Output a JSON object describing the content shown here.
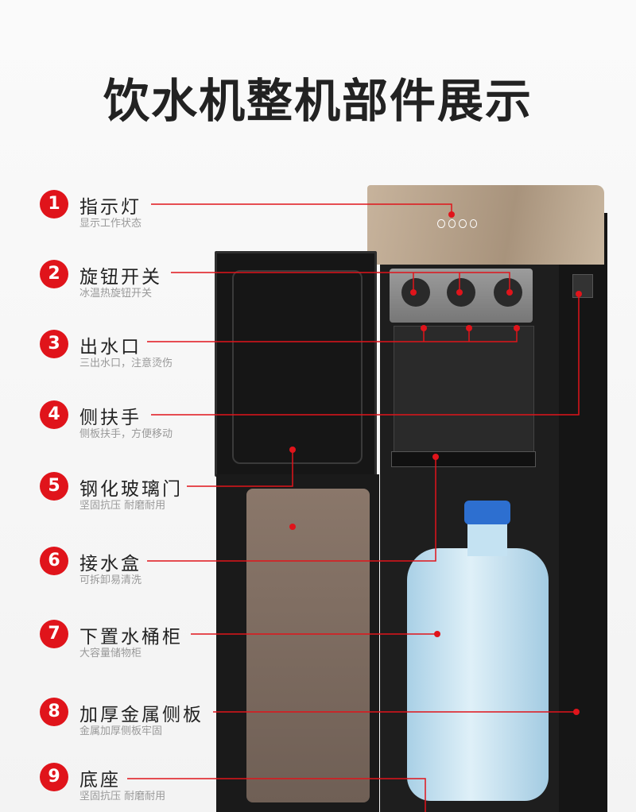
{
  "title": "饮水机整机部件展示",
  "parts": [
    {
      "num": "1",
      "label": "指示灯",
      "desc": "显示工作状态"
    },
    {
      "num": "2",
      "label": "旋钮开关",
      "desc": "冰温热旋钮开关"
    },
    {
      "num": "3",
      "label": "出水口",
      "desc": "三出水口，注意烫伤"
    },
    {
      "num": "4",
      "label": "侧扶手",
      "desc": "侧板扶手，方便移动"
    },
    {
      "num": "5",
      "label": "钢化玻璃门",
      "desc": "坚固抗压 耐磨耐用"
    },
    {
      "num": "6",
      "label": "接水盒",
      "desc": "可拆卸易清洗"
    },
    {
      "num": "7",
      "label": "下置水桶柜",
      "desc": "大容量储物柜"
    },
    {
      "num": "8",
      "label": "加厚金属侧板",
      "desc": "金属加厚侧板牢固"
    },
    {
      "num": "9",
      "label": "底座",
      "desc": "坚固抗压 耐磨耐用"
    }
  ],
  "colors": {
    "accent": "#e0141b",
    "panel": "#b9a58e",
    "body": "#1e1e1e"
  }
}
